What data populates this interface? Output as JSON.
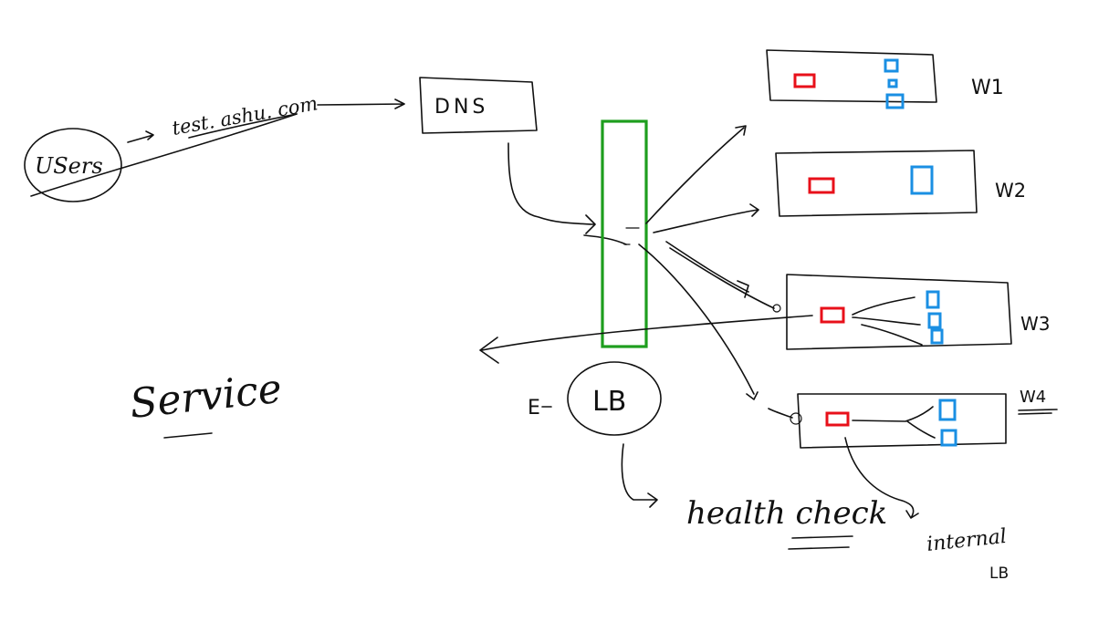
{
  "colors": {
    "ink": "#111111",
    "load_balancer": "#1e9e1e",
    "red_box": "#e8101a",
    "blue_box": "#1a8fe3",
    "background": "#ffffff"
  },
  "labels": {
    "users": "USers",
    "domain": "test. ashu. com",
    "dns": "DNS",
    "w1": "W1",
    "w2": "W2",
    "w3": "W3",
    "w4": "W4",
    "lb": "LB",
    "lb_prefix": "E",
    "service": "Service",
    "health_check": "health check",
    "internal": "internal",
    "internal_lb": "LB"
  }
}
